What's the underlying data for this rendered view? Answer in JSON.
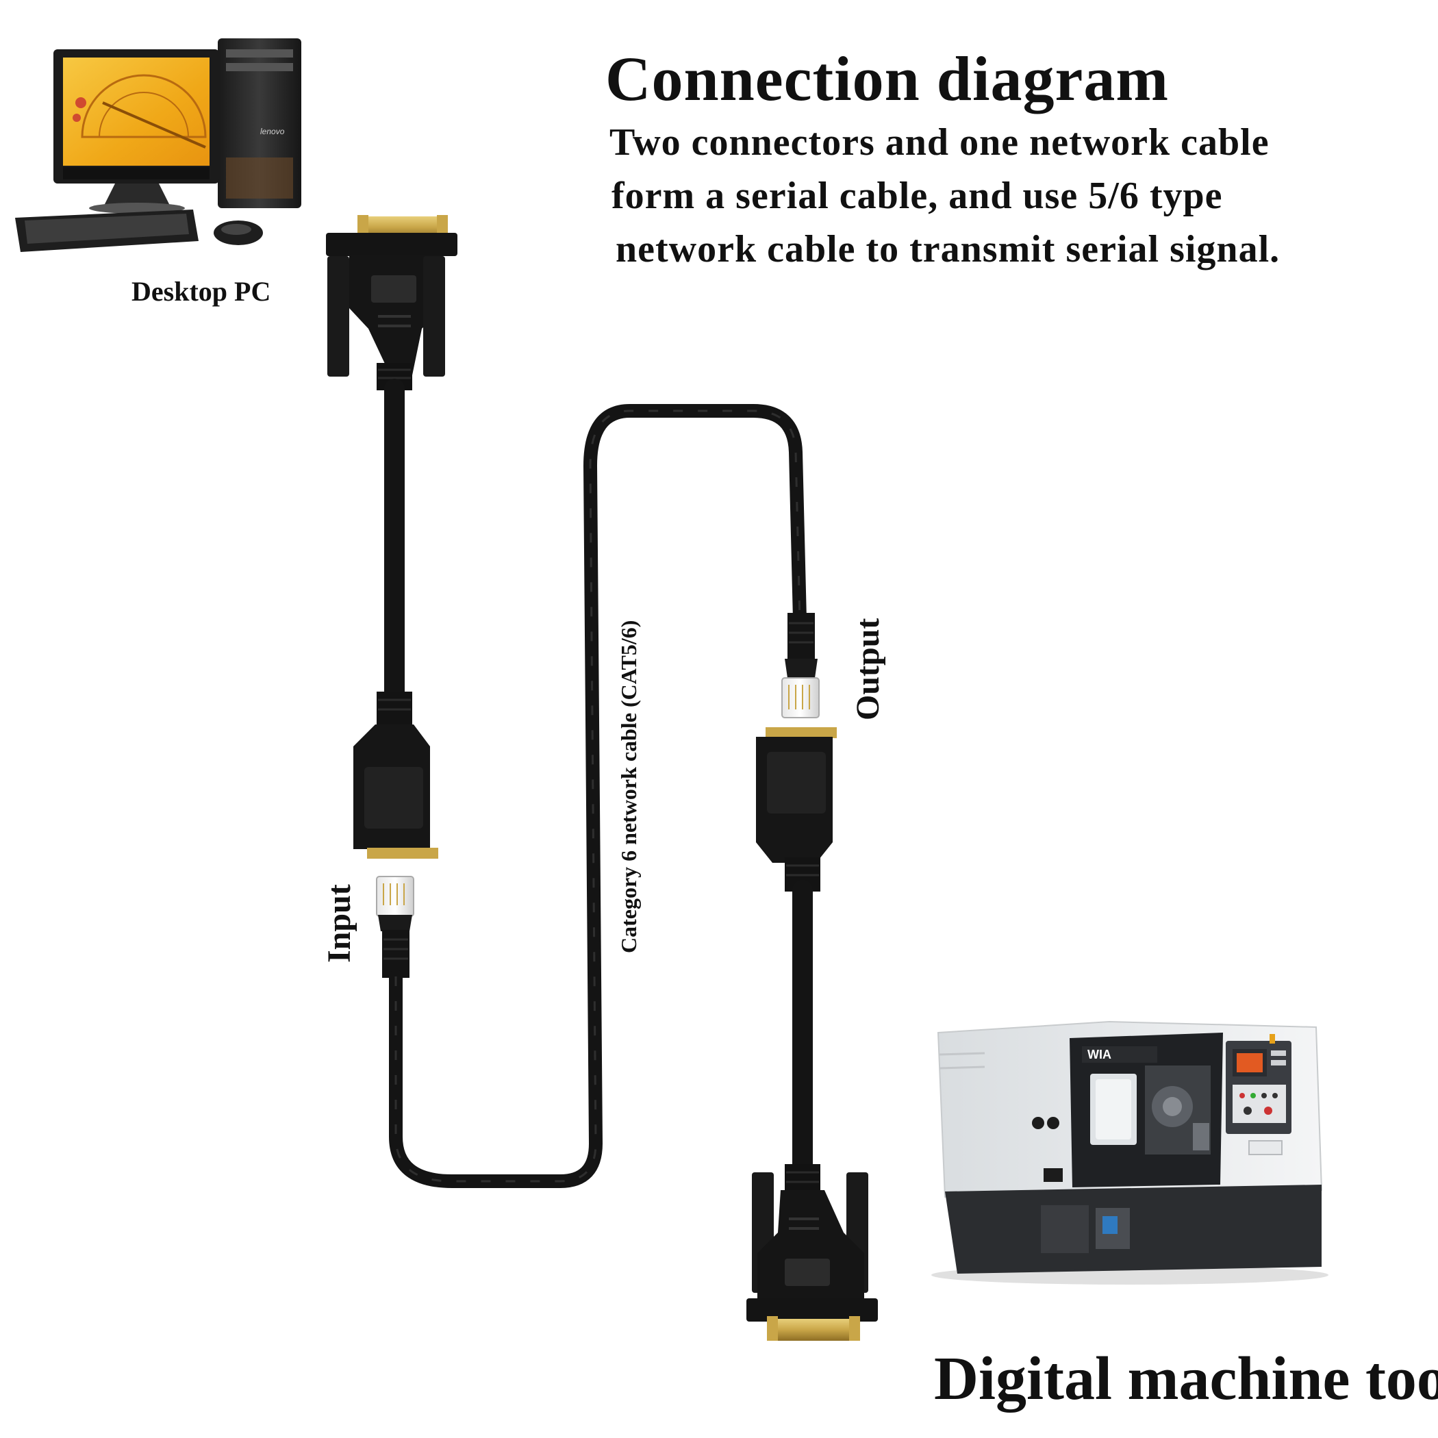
{
  "diagram": {
    "title": "Connection diagram",
    "description": [
      "Two connectors and one network cable",
      "form a serial cable, and use 5/6 type",
      "network cable to transmit serial signal."
    ],
    "desktop_label": "Desktop PC",
    "machine_label": "Digital machine tool",
    "input_label": "Input",
    "output_label": "Output",
    "cable_label": "Category 6 network cable (CAT5/6)",
    "monitor_brand": "lenovo",
    "machine_brand": "WIA"
  },
  "colors": {
    "cable": "#151515",
    "connector_gold": "#c9a648",
    "screen_yellow": "#f2b11a",
    "machine_white": "#e9ecee",
    "machine_dark": "#2b2d30"
  }
}
